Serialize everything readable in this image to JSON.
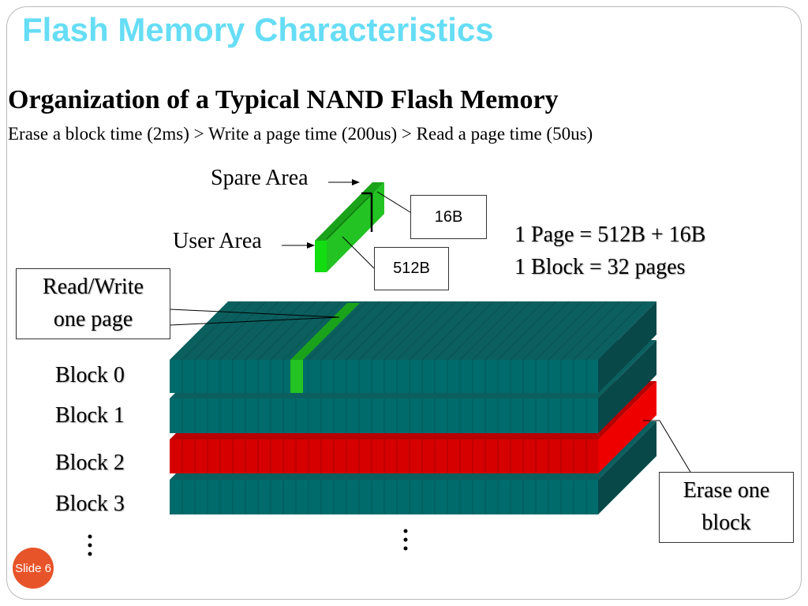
{
  "slide": {
    "title": "Flash Memory Characteristics",
    "subtitle": "Organization of a Typical NAND Flash Memory",
    "timing": "Erase a block time (2ms) > Write a page time (200us) > Read a page time (50us)",
    "slide_number": "Slide 6"
  },
  "page_detail": {
    "spare_area_label": "Spare Area",
    "user_area_label": "User Area",
    "spare_size": "16B",
    "user_size": "512B"
  },
  "facts": {
    "page_def": "1 Page = 512B + 16B",
    "block_def": "1 Block = 32 pages"
  },
  "callouts": {
    "read_write_line1": "Read/Write",
    "read_write_line2": "one page",
    "erase_line1": "Erase one",
    "erase_line2": "block"
  },
  "blocks": [
    {
      "label": "Block 0",
      "state": "normal"
    },
    {
      "label": "Block 1",
      "state": "normal"
    },
    {
      "label": "Block 2",
      "state": "erased"
    },
    {
      "label": "Block 3",
      "state": "normal"
    }
  ],
  "colors": {
    "title": "#66ddf5",
    "block_front": "#006b6b",
    "block_top": "#0c5f5f",
    "block_side": "#084848",
    "erase_front": "#d60000",
    "erase_side": "#ee0000",
    "page_green": "#22c322"
  }
}
